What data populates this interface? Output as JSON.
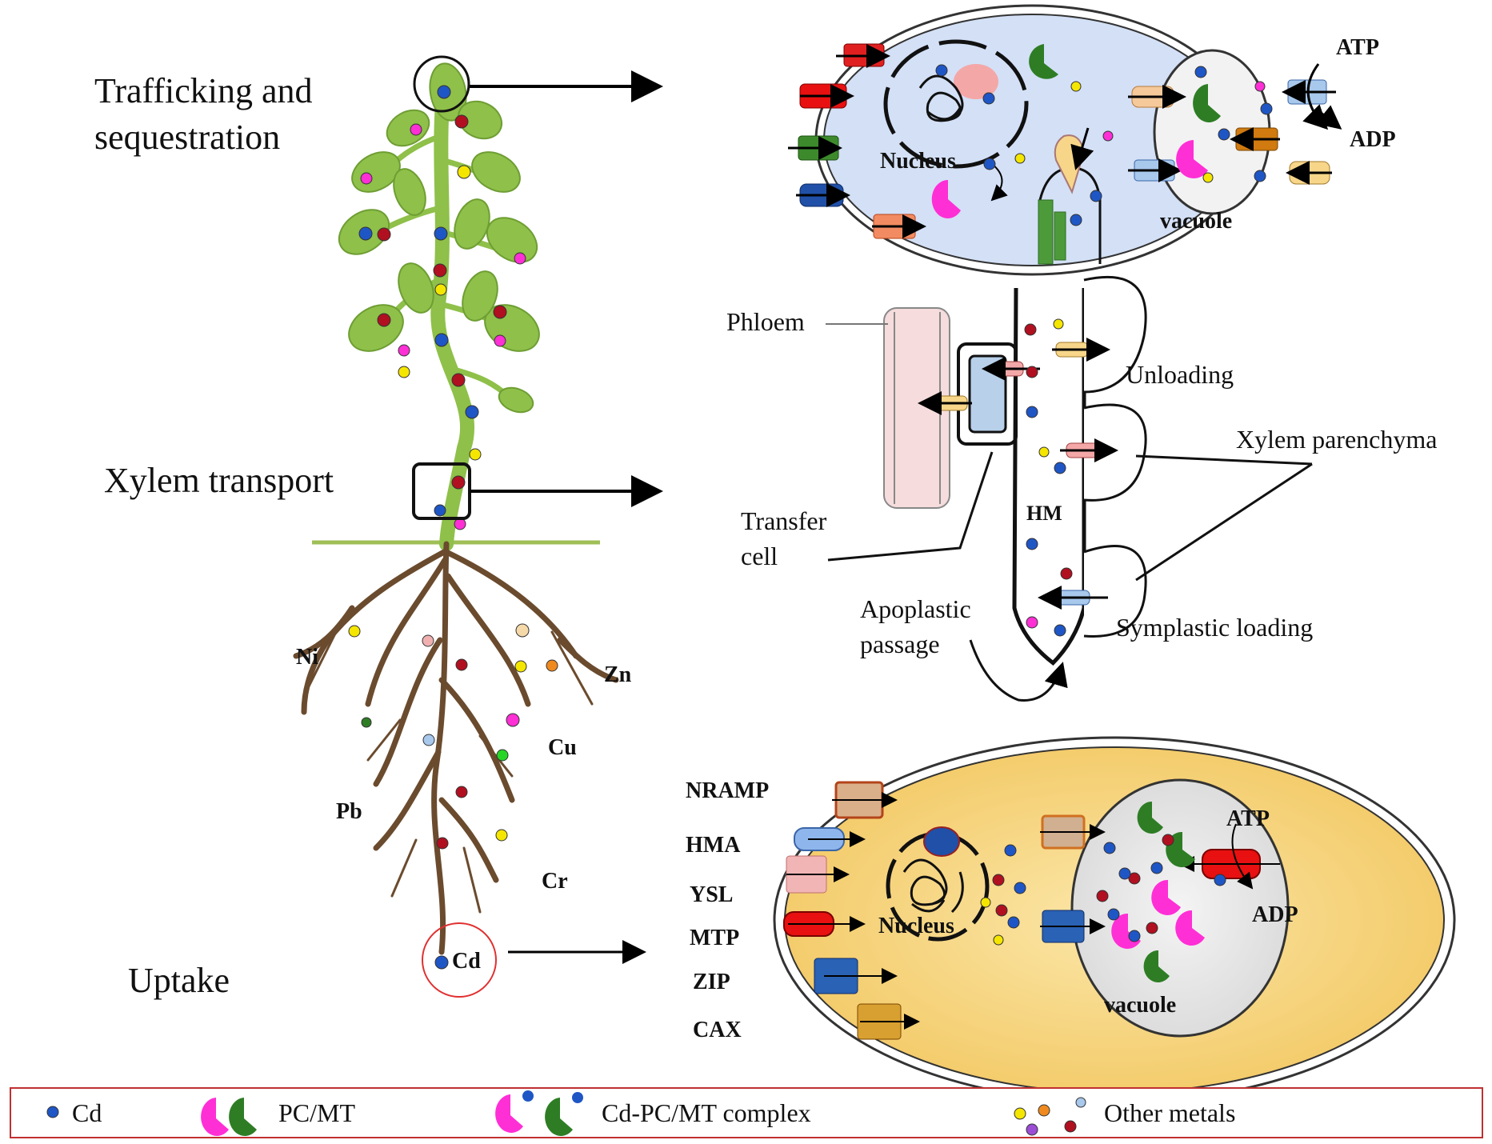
{
  "stages": {
    "trafficking_line1": "Trafficking and",
    "trafficking_line2": "sequestration",
    "xylem_transport": "Xylem transport",
    "uptake": "Uptake"
  },
  "root_metals": {
    "ni": "Ni",
    "zn": "Zn",
    "cu": "Cu",
    "pb": "Pb",
    "cr": "Cr",
    "cd": "Cd"
  },
  "top_cell": {
    "nucleus": "Nucleus",
    "vacuole": "vacuole",
    "atp": "ATP",
    "adp": "ADP"
  },
  "xylem_panel": {
    "phloem": "Phloem",
    "unloading": "Unloading",
    "xylem_parenchyma": "Xylem parenchyma",
    "hm": "HM",
    "transfer_cell_line1": "Transfer",
    "transfer_cell_line2": "cell",
    "apoplastic_line1": "Apoplastic",
    "apoplastic_line2": "passage",
    "symplastic": "Symplastic loading"
  },
  "bottom_cell": {
    "transporters": [
      "NRAMP",
      "HMA",
      "YSL",
      "MTP",
      "ZIP",
      "CAX"
    ],
    "nucleus": "Nucleus",
    "vacuole": "vacuole",
    "atp": "ATP",
    "adp": "ADP"
  },
  "legend": {
    "cd": "Cd",
    "pcmt": "PC/MT",
    "complex": "Cd-PC/MT complex",
    "other": "Other metals"
  },
  "colors": {
    "cd_blue": "#1f56c6",
    "pc_magenta": "#ff2fd6",
    "mt_green": "#2e7d25",
    "other_red": "#b01020",
    "other_yellow": "#f5e600",
    "leaf_green": "#8fc04a",
    "root_brown": "#6b4b2e",
    "cell_blue": "#d3e0f6",
    "cell_yellow": "#f7d57a"
  }
}
